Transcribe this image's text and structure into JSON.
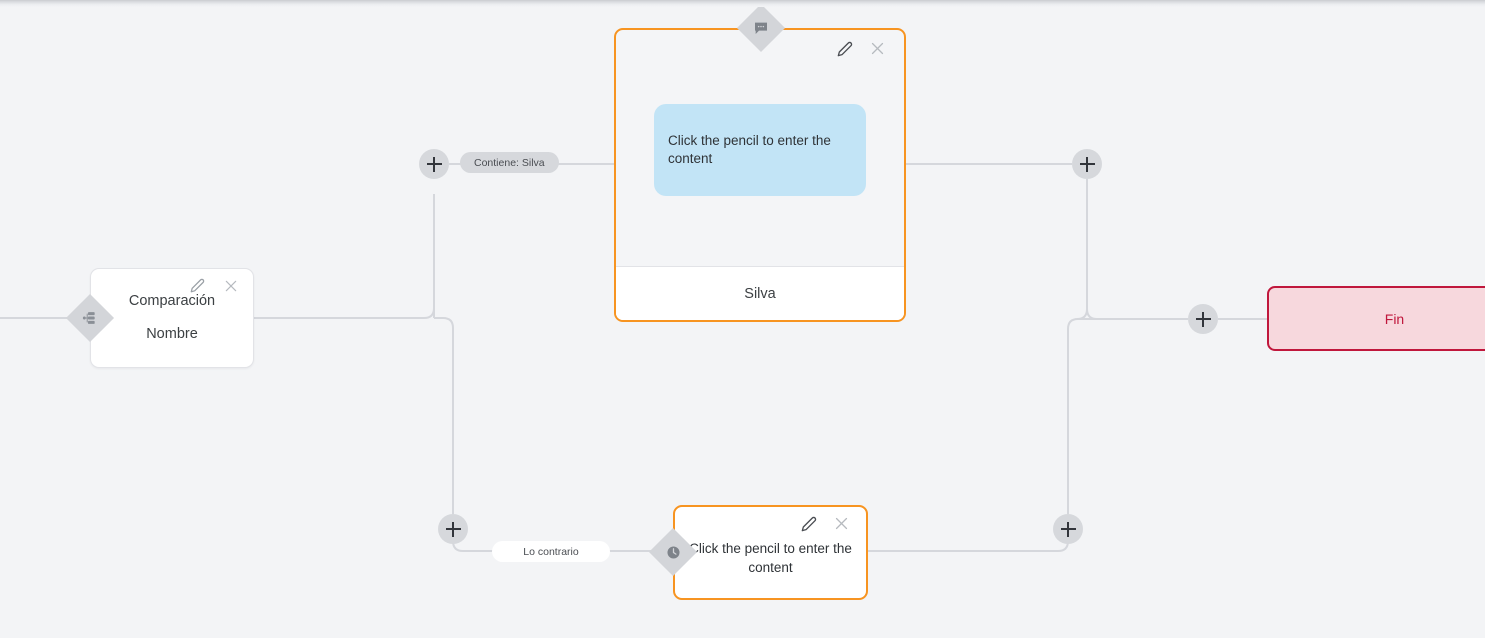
{
  "canvas": {
    "background_color": "#f3f4f6",
    "connector_color": "#d5d7dc"
  },
  "nodes": {
    "compare": {
      "handle_icon": "branch-split-icon",
      "title": "Comparación",
      "subtitle": "Nombre",
      "edit_icon": "pencil-icon",
      "close_icon": "close-icon",
      "border_color": "#e2e3e7",
      "background_color": "#ffffff"
    },
    "message": {
      "handle_icon": "chat-bubble-icon",
      "edit_icon": "pencil-icon",
      "close_icon": "close-icon",
      "bubble_text": "Click the pencil to enter the content",
      "footer_label": "Silva",
      "border_color": "#f79421",
      "bubble_color": "#c2e4f6",
      "background_color": "#f4f5f7"
    },
    "small_message": {
      "handle_icon": "clock-icon",
      "edit_icon": "pencil-icon",
      "close_icon": "close-icon",
      "text": "Click the pencil to enter the content",
      "border_color": "#f79421",
      "background_color": "#ffffff"
    },
    "end": {
      "label": "Fin",
      "border_color": "#c0173c",
      "background_color": "#f7d8dd",
      "text_color": "#c0173c"
    }
  },
  "edge_labels": {
    "true_branch": "Contiene: Silva",
    "false_branch": "Lo contrario"
  },
  "add_buttons": [
    {
      "id": "add-top-left",
      "label": "+"
    },
    {
      "id": "add-top-right",
      "label": "+"
    },
    {
      "id": "add-bottom-left",
      "label": "+"
    },
    {
      "id": "add-bottom-right",
      "label": "+"
    },
    {
      "id": "add-end",
      "label": "+"
    }
  ]
}
